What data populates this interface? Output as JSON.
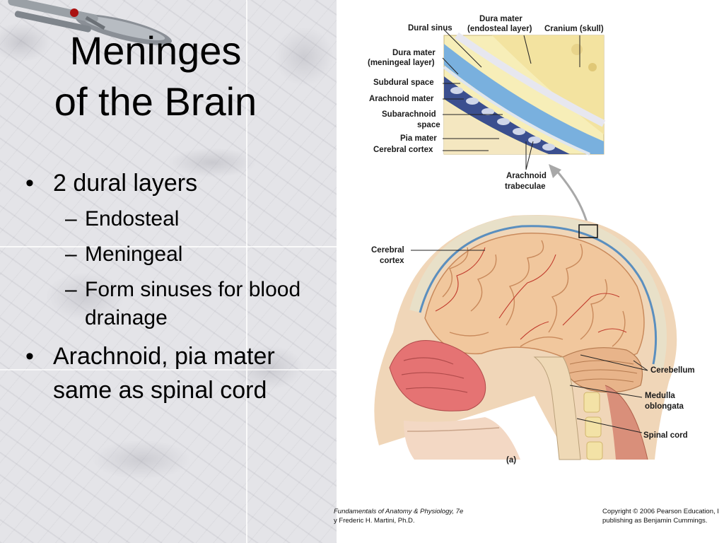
{
  "slide": {
    "title_line1": "Meninges",
    "title_line2": "of the Brain",
    "bullets": [
      {
        "text": "2 dural layers",
        "sub": [
          "Endosteal",
          "Meningeal",
          "Form sinuses for blood",
          "drainage"
        ]
      },
      {
        "text": "Arachnoid, pia mater",
        "cont": "same as spinal cord"
      }
    ],
    "bullet_glyph": "•",
    "dash_glyph": "–"
  },
  "diagram": {
    "inset_labels": {
      "dural_sinus": "Dural sinus",
      "dura_endosteal_1": "Dura mater",
      "dura_endosteal_2": "(endosteal layer)",
      "cranium": "Cranium (skull)",
      "dura_meningeal_1": "Dura mater",
      "dura_meningeal_2": "(meningeal layer)",
      "subdural_space": "Subdural space",
      "arachnoid_mater": "Arachnoid mater",
      "subarachnoid_1": "Subarachnoid",
      "subarachnoid_2": "space",
      "pia_mater": "Pia mater",
      "cerebral_cortex_inset": "Cerebral cortex",
      "arachnoid_trab_1": "Arachnoid",
      "arachnoid_trab_2": "trabeculae"
    },
    "main_labels": {
      "cerebral_cortex_1": "Cerebral",
      "cerebral_cortex_2": "cortex",
      "cerebellum": "Cerebellum",
      "medulla_1": "Medulla",
      "medulla_2": "oblongata",
      "spinal_cord": "Spinal cord",
      "panel": "(a)"
    },
    "colors": {
      "dura": "#6fa8dc",
      "skull": "#f3e7b0",
      "brain": "#f0c9a0",
      "vessel": "#c0392b",
      "nasal": "#e57373"
    }
  },
  "footer": {
    "left_1": "Fundamentals of Anatomy & Physiology, 7e",
    "left_2": "y Frederic H. Martini, Ph.D.",
    "right_1": "Copyright © 2006 Pearson Education, I",
    "right_2": "publishing as Benjamin Cummings."
  }
}
